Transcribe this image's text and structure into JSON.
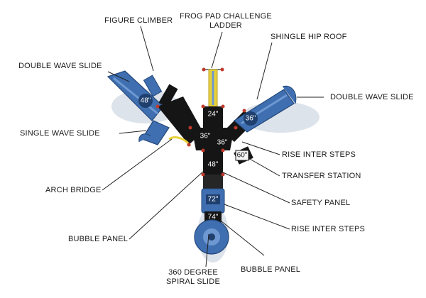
{
  "labels": {
    "figure_climber": "FIGURE CLIMBER",
    "frog_pad_line1": "FROG PAD CHALLENGE",
    "frog_pad_line2": "LADDER",
    "shingle_hip_roof": "SHINGLE HIP ROOF",
    "double_wave_slide_left": "DOUBLE WAVE SLIDE",
    "double_wave_slide_right": "DOUBLE WAVE SLIDE",
    "single_wave_slide": "SINGLE WAVE SLIDE",
    "rise_inter_steps_upper": "RISE INTER STEPS",
    "transfer_station": "TRANSFER STATION",
    "arch_bridge": "ARCH BRIDGE",
    "safety_panel": "SAFETY PANEL",
    "bubble_panel_left": "BUBBLE PANEL",
    "rise_inter_steps_lower": "RISE INTER STEPS",
    "spiral_slide_line1": "360 DEGREE",
    "spiral_slide_line2": "SPIRAL SLIDE",
    "bubble_panel_bottom": "BUBBLE PANEL"
  },
  "deck_heights": {
    "left_slide": "48\"",
    "top_deck": "24\"",
    "right_slide": "36\"",
    "center_hub": "36\"",
    "center_right": "36\"",
    "transfer": "60\"",
    "lower_deck": "48\"",
    "bottom_deck": "72\"",
    "spiral_top": "74\""
  },
  "colors": {
    "slide_blue": "#3f6fb0",
    "deck_black": "#151515",
    "roof_blue": "#4a7cc0",
    "post_red": "#c0392b",
    "ladder_yellow": "#e8d23a",
    "shadow": "#cfd6de"
  }
}
